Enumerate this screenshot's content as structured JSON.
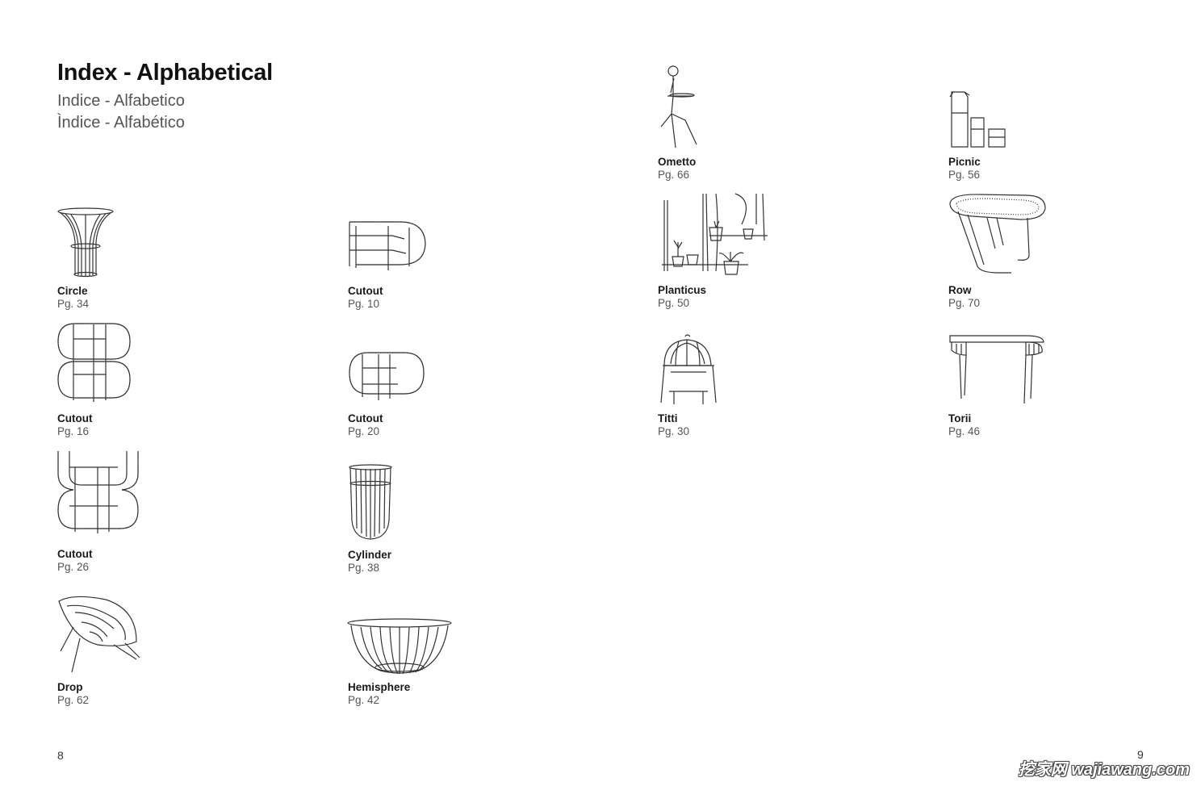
{
  "header": {
    "title": "Index - Alphabetical",
    "subtitle_it": "Indice - Alfabetico",
    "subtitle_es": "Ìndice - Alfabético"
  },
  "items": [
    {
      "name": "Circle",
      "page": "Pg. 34",
      "icon": "circle-table-icon"
    },
    {
      "name": "Cutout",
      "page": "Pg. 10",
      "icon": "cutout-shelf-icon"
    },
    {
      "name": "Cutout",
      "page": "Pg. 16",
      "icon": "cutout-double-shelf-icon"
    },
    {
      "name": "Cutout",
      "page": "Pg. 20",
      "icon": "cutout-small-shelf-icon"
    },
    {
      "name": "Cutout",
      "page": "Pg. 26",
      "icon": "cutout-tall-shelf-icon"
    },
    {
      "name": "Cylinder",
      "page": "Pg. 38",
      "icon": "cylinder-table-icon"
    },
    {
      "name": "Drop",
      "page": "Pg. 62",
      "icon": "drop-chair-icon"
    },
    {
      "name": "Hemisphere",
      "page": "Pg. 42",
      "icon": "hemisphere-table-icon"
    },
    {
      "name": "Ometto",
      "page": "Pg. 66",
      "icon": "ometto-stand-icon"
    },
    {
      "name": "Picnic",
      "page": "Pg. 56",
      "icon": "picnic-glassware-icon"
    },
    {
      "name": "Planticus",
      "page": "Pg. 50",
      "icon": "planticus-planters-icon"
    },
    {
      "name": "Row",
      "page": "Pg. 70",
      "icon": "row-table-icon"
    },
    {
      "name": "Titti",
      "page": "Pg. 30",
      "icon": "titti-lamp-icon"
    },
    {
      "name": "Torii",
      "page": "Pg. 46",
      "icon": "torii-console-icon"
    }
  ],
  "footer": {
    "left_page": "8",
    "right_page": "9",
    "watermark": "挖家网 wajiawang.com"
  }
}
